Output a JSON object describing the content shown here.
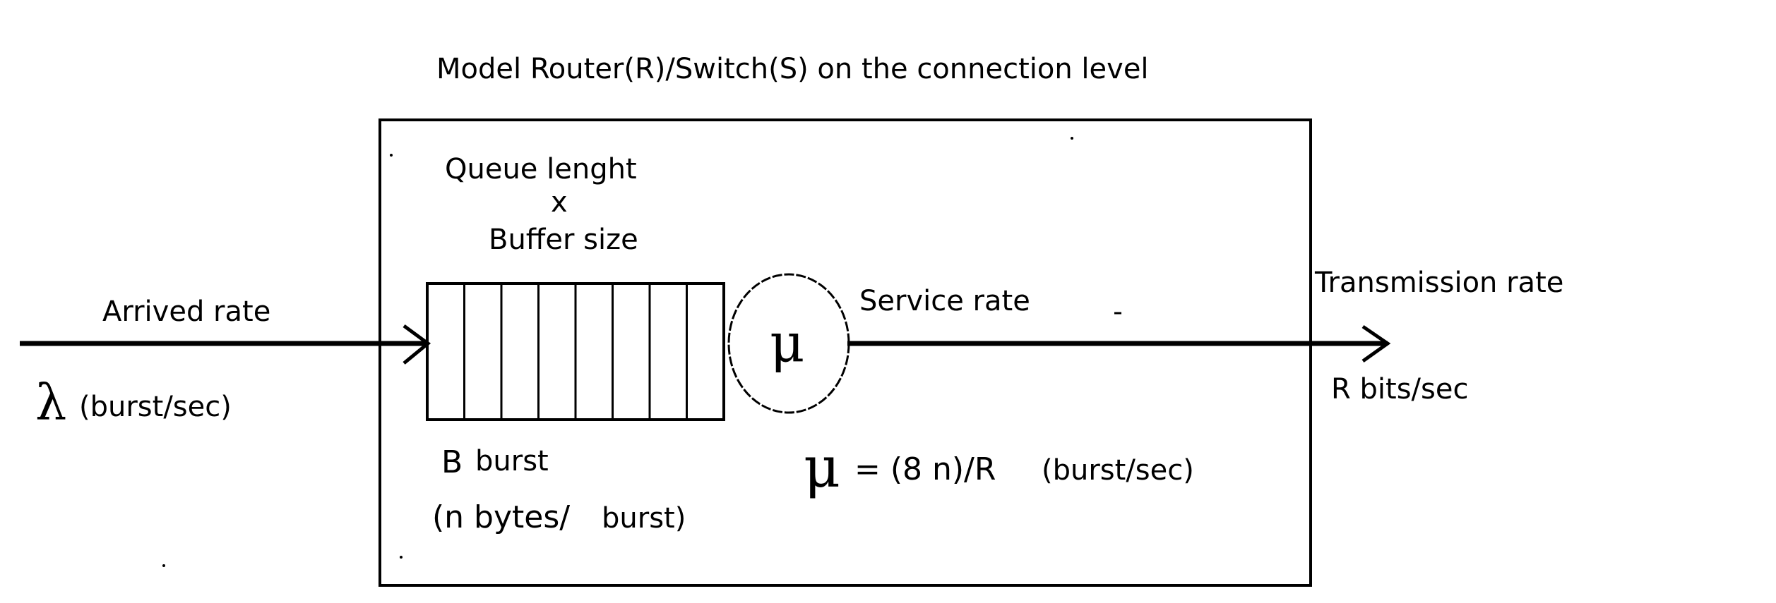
{
  "diagram": {
    "title": "Model Router(R)/Switch(S) on the connection level",
    "queue_length": "Queue lenght",
    "times": "x",
    "buffer_size": "Buffer size",
    "arrived_rate": "Arrived rate",
    "lambda_symbol": "λ",
    "lambda_unit": "(burst/sec)",
    "mu_symbol": "μ",
    "service_rate": "Service rate",
    "transmission_rate": "Transmission rate",
    "transmission_unit": "R bits/sec",
    "b_letter": "B",
    "b_word": "burst",
    "bytes_per_burst_a": "(n bytes/",
    "bytes_per_burst_b": "burst)",
    "mu_formula": "= (8 n)/R",
    "mu_formula_unit": "(burst/sec)",
    "queue_cells": 8
  },
  "colors": {
    "ink": "#000000",
    "background": "#ffffff"
  }
}
